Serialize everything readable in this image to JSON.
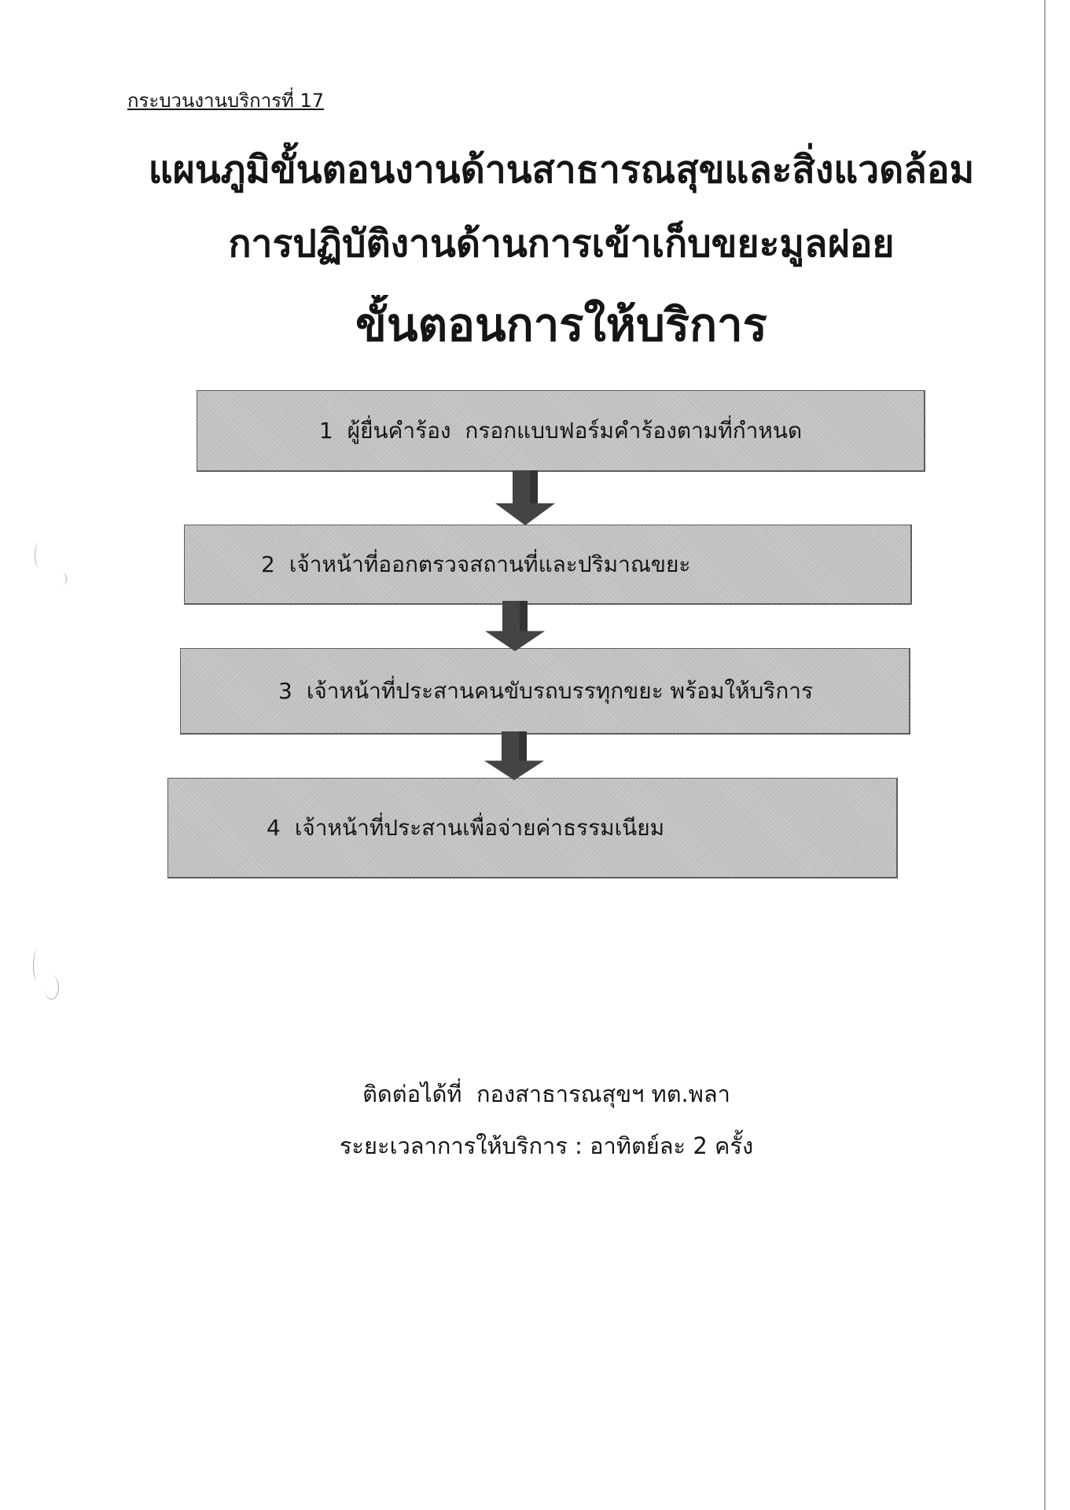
{
  "page": {
    "process_label": "กระบวนงานบริการที่ 17",
    "title_line_1": "แผนภูมิขั้นตอนงานด้านสาธารณสุขและสิ่งแวดล้อม",
    "title_line_2": "การปฏิบัติงานด้านการเข้าเก็บขยะมูลฝอย",
    "title_line_3": "ขั้นตอนการให้บริการ"
  },
  "flow": {
    "steps": [
      {
        "number": "1",
        "text": "ผู้ยื่นคำร้อง  กรอกแบบฟอร์มคำร้องตามที่กำหนด"
      },
      {
        "number": "2",
        "text": "เจ้าหน้าที่ออกตรวจสถานที่และปริมาณขยะ"
      },
      {
        "number": "3",
        "text": "เจ้าหน้าที่ประสานคนขับรถบรรทุกขยะ พร้อมให้บริการ"
      },
      {
        "number": "4",
        "text": "เจ้าหน้าที่ประสานเพื่อจ่ายค่าธรรมเนียม"
      }
    ],
    "connector_icon": "down-arrow-icon"
  },
  "footer": {
    "contact": "ติดต่อได้ที่  กองสาธารณสุขฯ ทต.พลา",
    "service_period": "ระยะเวลาการให้บริการ : อาทิตย์ละ 2 ครั้ง"
  },
  "colors": {
    "text": "#151515",
    "step_box_fill": "#c6c6c6",
    "step_box_border": "#5e5e5e",
    "arrow_fill": "#444444",
    "page_background": "#ffffff"
  }
}
